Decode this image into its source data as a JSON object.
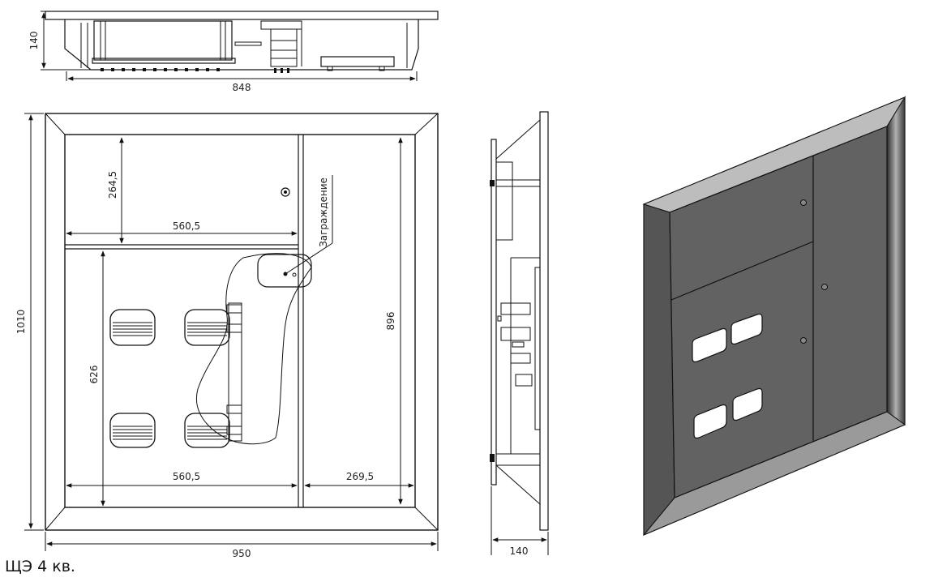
{
  "caption": "ЩЭ 4 кв.",
  "top_view": {
    "height": "140",
    "width": "848"
  },
  "front_view": {
    "overall_height": "1010",
    "overall_width": "950",
    "top_compartment_height": "264,5",
    "top_compartment_width": "560,5",
    "lower_compartment_height": "626",
    "lower_compartment_width": "560,5",
    "right_compartment_height": "896",
    "right_compartment_width": "269,5",
    "barrier_label": "Заграждение"
  },
  "side_view": {
    "depth": "140"
  },
  "colors": {
    "line": "#111111",
    "panel_dark": "#606060",
    "frame_mid": "#8a8a8a"
  }
}
